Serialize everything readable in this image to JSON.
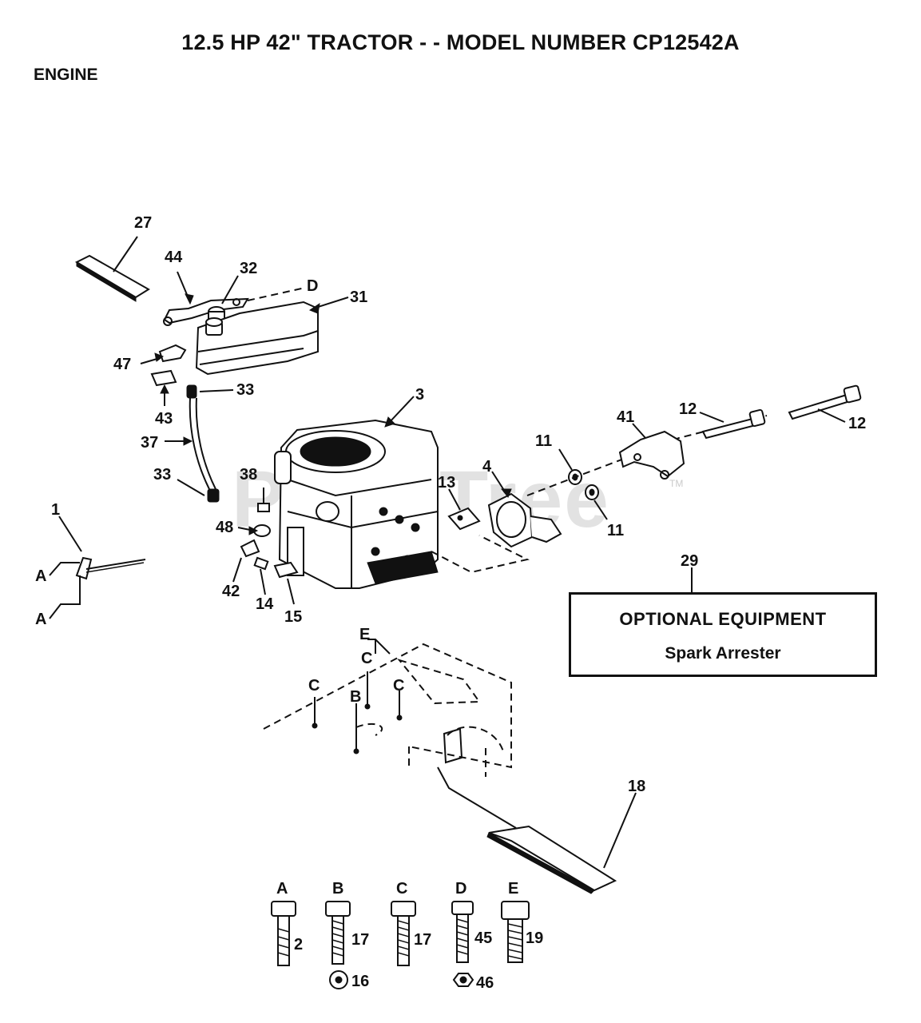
{
  "title": "12.5 HP 42\" TRACTOR - - MODEL NUMBER CP12542A",
  "section": "ENGINE",
  "watermark": "PartsTree",
  "watermark_tm": "TM",
  "optional_box": {
    "ref": "29",
    "title": "OPTIONAL EQUIPMENT",
    "item": "Spark Arrester"
  },
  "callouts": [
    "27",
    "44",
    "32",
    "D",
    "31",
    "47",
    "33",
    "43",
    "3",
    "37",
    "33",
    "38",
    "13",
    "4",
    "11",
    "41",
    "12",
    "12",
    "11",
    "1",
    "48",
    "A",
    "42",
    "14",
    "15",
    "A",
    "29",
    "E",
    "C",
    "C",
    "C",
    "B",
    "18"
  ],
  "hardware": [
    {
      "letter": "A",
      "ref": "2"
    },
    {
      "letter": "B",
      "ref": "17",
      "washer": "16"
    },
    {
      "letter": "C",
      "ref": "17"
    },
    {
      "letter": "D",
      "ref": "45",
      "washer": "46"
    },
    {
      "letter": "E",
      "ref": "19"
    }
  ]
}
